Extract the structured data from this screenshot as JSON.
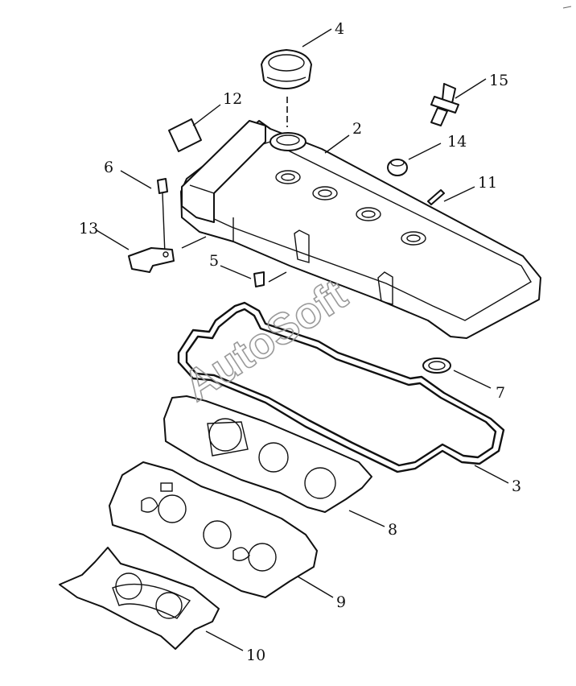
{
  "watermark": "AutoSoft",
  "callouts": [
    {
      "id": "c4",
      "label": "4"
    },
    {
      "id": "c15",
      "label": "15"
    },
    {
      "id": "c12",
      "label": "12"
    },
    {
      "id": "c2",
      "label": "2"
    },
    {
      "id": "c14",
      "label": "14"
    },
    {
      "id": "c6",
      "label": "6"
    },
    {
      "id": "c11",
      "label": "11"
    },
    {
      "id": "c13",
      "label": "13"
    },
    {
      "id": "c5",
      "label": "5"
    },
    {
      "id": "c7",
      "label": "7"
    },
    {
      "id": "c3",
      "label": "3"
    },
    {
      "id": "c8",
      "label": "8"
    },
    {
      "id": "c9",
      "label": "9"
    },
    {
      "id": "c10",
      "label": "10"
    }
  ]
}
